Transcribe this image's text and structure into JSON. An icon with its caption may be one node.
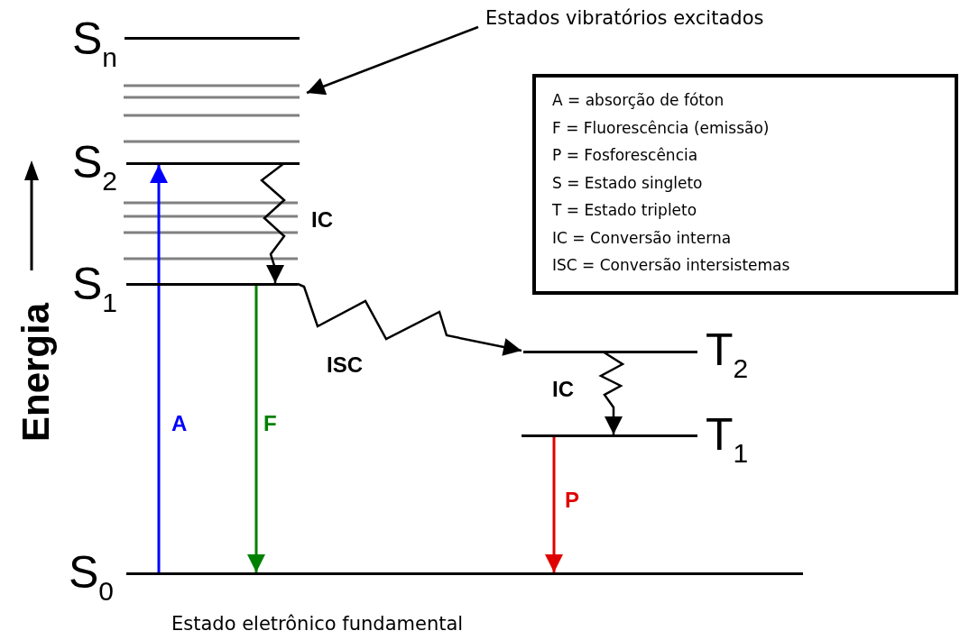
{
  "diagram": {
    "nodes": [
      {
        "text": [
          "S$_{n}$"
        ]
      },
      {
        "text": [
          "S$_{2}$"
        ]
      },
      {
        "text": [
          "S$_{1}$"
        ]
      },
      {
        "text": [
          "S$_{0}$"
        ],
        "beside": [
          "Estado eletrônico fundamental"
        ]
      },
      {
        "text": [
          "T$_{2}$"
        ]
      },
      {
        "text": [
          "T$_{1}$"
        ]
      },
      {
        "text": [
          "Estados vibratórios excitados"
        ]
      },
      {
        "text": [
          "A = absorção de fóton",
          "F = Fluorescência (emissão)",
          "P = Fosforescência",
          "S = Estado singleto",
          "T = Estado tripleto",
          "IC = Conversão interna",
          "ISC = Conversão intersistemas"
        ]
      }
    ],
    "edges": [
      {
        "from": 3,
        "to": 1,
        "arrow": "to",
        "label": "A",
        "color": "#0000ff"
      },
      {
        "from": 1,
        "to": 2,
        "arrow": "to",
        "label": "IC"
      },
      {
        "from": 2,
        "to": 3,
        "arrow": "to",
        "label": "F",
        "color": "#008000"
      },
      {
        "from": 2,
        "to": 4,
        "arrow": "to",
        "label": "ISC"
      },
      {
        "from": 4,
        "to": 5,
        "arrow": "to",
        "label": "IC"
      },
      {
        "from": 5,
        "to": 3,
        "arrow": "to",
        "label": "P",
        "color": "#e00000"
      },
      {
        "from": 6,
        "to": null,
        "arrow": "to"
      }
    ],
    "labels": [
      "Energia"
    ]
  }
}
